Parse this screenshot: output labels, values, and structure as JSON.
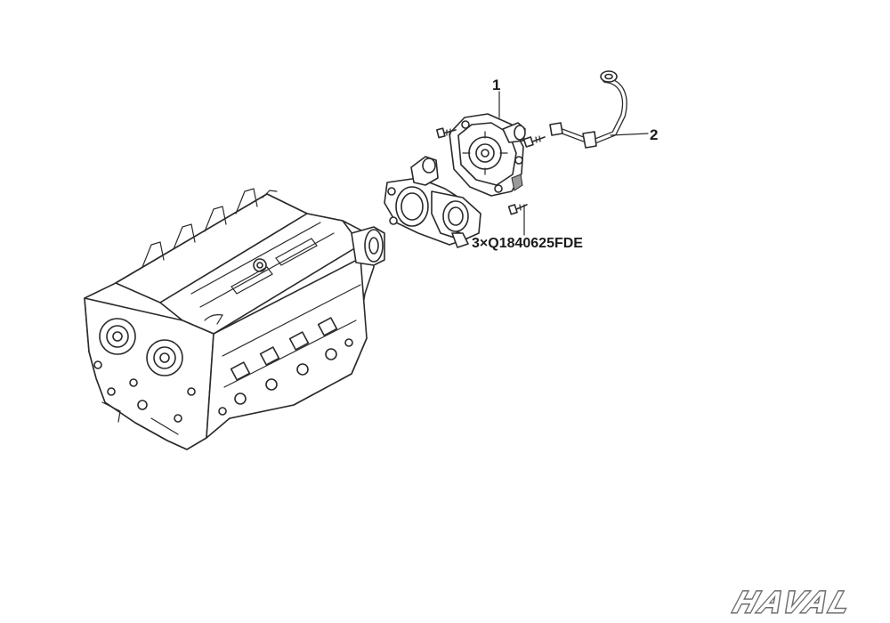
{
  "callouts": {
    "part_1": "1",
    "part_2": "2",
    "bolt_note": "3×Q1840625FDE"
  },
  "logo": {
    "text": "HAVAL"
  },
  "colors": {
    "line": "#2a2a2a",
    "fill": "#ffffff",
    "shade": "#9a9a9a",
    "logo": "#6e6e6e"
  }
}
